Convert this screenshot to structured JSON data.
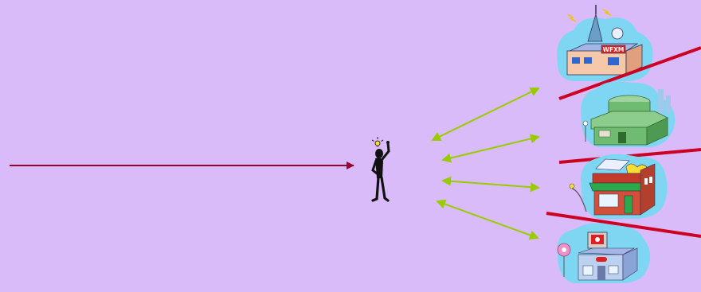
{
  "colors": {
    "background": "#d9bbf9",
    "incoming_arrow": "#990033",
    "double_arrows": "#99cc00",
    "divider_lines": "#cc0022",
    "building_cloud": "#7fd6f2"
  },
  "clipart": {
    "person": "thinking-person-with-lightbulb",
    "buildings": [
      "radio-station-building",
      "stadium-building",
      "storefront-building",
      "computer-store-building"
    ]
  },
  "signs": {
    "radio_station": "WFXM"
  }
}
